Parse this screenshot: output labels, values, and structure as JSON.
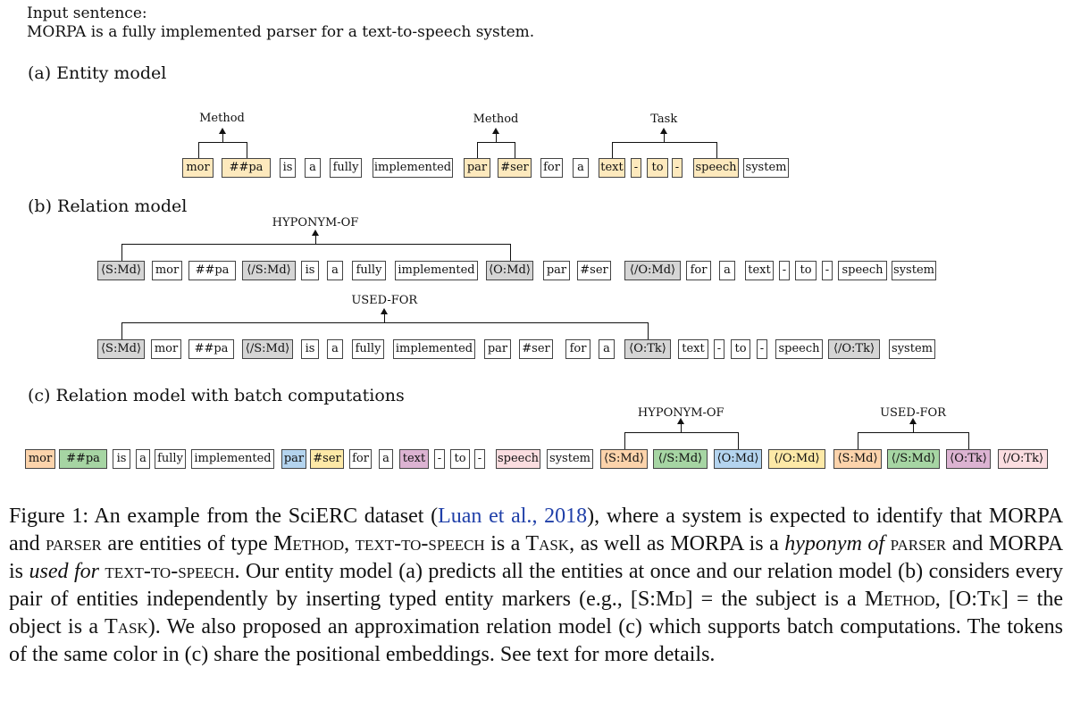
{
  "input": {
    "heading": "Input sentence:",
    "sentence": "MORPA is a fully implemented parser for a text-to-speech system."
  },
  "sections": {
    "a": "(a) Entity model",
    "b": "(b) Relation model",
    "c": "(c) Relation model with batch computations"
  },
  "colors": {
    "orange": "#fcd3ab",
    "green": "#a6d5a3",
    "blue": "#b4d4ef",
    "yellow": "#fde9a7",
    "purple": "#dcb3d2",
    "pink": "#fbdde0",
    "entity": "#fde9bd",
    "marker": "#d5d5d5"
  },
  "entity_row": {
    "labels": [
      "Method",
      "Method",
      "Task"
    ],
    "tokens": [
      {
        "t": "mor",
        "c": "entity"
      },
      {
        "t": "##pa",
        "c": "entity"
      },
      {
        "t": "is",
        "c": ""
      },
      {
        "t": "a",
        "c": ""
      },
      {
        "t": "fully",
        "c": ""
      },
      {
        "t": "implemented",
        "c": ""
      },
      {
        "t": "par",
        "c": "entity"
      },
      {
        "t": "#ser",
        "c": "entity"
      },
      {
        "t": "for",
        "c": ""
      },
      {
        "t": "a",
        "c": ""
      },
      {
        "t": "text",
        "c": "entity"
      },
      {
        "t": "-",
        "c": "entity"
      },
      {
        "t": "to",
        "c": "entity"
      },
      {
        "t": "-",
        "c": "entity"
      },
      {
        "t": "speech",
        "c": "entity"
      },
      {
        "t": "system",
        "c": ""
      }
    ]
  },
  "relation_row_1": {
    "label": "HYPONYM-OF",
    "tokens": [
      {
        "t": "⟨S:Md⟩",
        "c": "marker"
      },
      {
        "t": "mor",
        "c": ""
      },
      {
        "t": "##pa",
        "c": ""
      },
      {
        "t": "⟨/S:Md⟩",
        "c": "marker"
      },
      {
        "t": "is",
        "c": ""
      },
      {
        "t": "a",
        "c": ""
      },
      {
        "t": "fully",
        "c": ""
      },
      {
        "t": "implemented",
        "c": ""
      },
      {
        "t": "⟨O:Md⟩",
        "c": "marker"
      },
      {
        "t": "par",
        "c": ""
      },
      {
        "t": "#ser",
        "c": ""
      },
      {
        "t": "⟨/O:Md⟩",
        "c": "marker"
      },
      {
        "t": "for",
        "c": ""
      },
      {
        "t": "a",
        "c": ""
      },
      {
        "t": "text",
        "c": ""
      },
      {
        "t": "-",
        "c": ""
      },
      {
        "t": "to",
        "c": ""
      },
      {
        "t": "-",
        "c": ""
      },
      {
        "t": "speech",
        "c": ""
      },
      {
        "t": "system",
        "c": ""
      }
    ]
  },
  "relation_row_2": {
    "label": "USED-FOR",
    "tokens": [
      {
        "t": "⟨S:Md⟩",
        "c": "marker"
      },
      {
        "t": "mor",
        "c": ""
      },
      {
        "t": "##pa",
        "c": ""
      },
      {
        "t": "⟨/S:Md⟩",
        "c": "marker"
      },
      {
        "t": "is",
        "c": ""
      },
      {
        "t": "a",
        "c": ""
      },
      {
        "t": "fully",
        "c": ""
      },
      {
        "t": "implemented",
        "c": ""
      },
      {
        "t": "par",
        "c": ""
      },
      {
        "t": "#ser",
        "c": ""
      },
      {
        "t": "for",
        "c": ""
      },
      {
        "t": "a",
        "c": ""
      },
      {
        "t": "⟨O:Tk⟩",
        "c": "marker"
      },
      {
        "t": "text",
        "c": ""
      },
      {
        "t": "-",
        "c": ""
      },
      {
        "t": "to",
        "c": ""
      },
      {
        "t": "-",
        "c": ""
      },
      {
        "t": "speech",
        "c": ""
      },
      {
        "t": "⟨/O:Tk⟩",
        "c": "marker"
      },
      {
        "t": "system",
        "c": ""
      }
    ]
  },
  "batch_row": {
    "labels": [
      "HYPONYM-OF",
      "USED-FOR"
    ],
    "tokens": [
      {
        "t": "mor",
        "c": "orange"
      },
      {
        "t": "##pa",
        "c": "green"
      },
      {
        "t": "is",
        "c": ""
      },
      {
        "t": "a",
        "c": ""
      },
      {
        "t": "fully",
        "c": ""
      },
      {
        "t": "implemented",
        "c": ""
      },
      {
        "t": "par",
        "c": "blue"
      },
      {
        "t": "#ser",
        "c": "yellow"
      },
      {
        "t": "for",
        "c": ""
      },
      {
        "t": "a",
        "c": ""
      },
      {
        "t": "text",
        "c": "purple"
      },
      {
        "t": "-",
        "c": ""
      },
      {
        "t": "to",
        "c": ""
      },
      {
        "t": "-",
        "c": ""
      },
      {
        "t": "speech",
        "c": "pink"
      },
      {
        "t": "system",
        "c": ""
      },
      {
        "t": "⟨S:Md⟩",
        "c": "orange"
      },
      {
        "t": "⟨/S:Md⟩",
        "c": "green"
      },
      {
        "t": "⟨O:Md⟩",
        "c": "blue"
      },
      {
        "t": "⟨/O:Md⟩",
        "c": "yellow"
      },
      {
        "t": "⟨S:Md⟩",
        "c": "orange"
      },
      {
        "t": "⟨/S:Md⟩",
        "c": "green"
      },
      {
        "t": "⟨O:Tk⟩",
        "c": "purple"
      },
      {
        "t": "⟨/O:Tk⟩",
        "c": "pink"
      }
    ]
  },
  "caption": {
    "p1": "Figure 1:  An example from the SciERC dataset (",
    "cite_author": "Luan et al.",
    "p2": ", ",
    "cite_year": "2018",
    "p3": "), where a system is expected to identify that MORPA and ",
    "sc1": "parser",
    "p4": " are entities of type M",
    "sc2": "ethod",
    "p5": ", ",
    "sc3": "text-to-speech",
    "p6": " is a T",
    "sc4": "ask",
    "p7": ", as well as MORPA is a ",
    "it1": "hyponym of",
    "p8": " ",
    "sc5": "parser",
    "p9": " and MORPA is ",
    "it2": "used for",
    "p10": " ",
    "sc6": "text-to-speech",
    "p11": ". Our entity model (a) predicts all the entities at once and our relation model (b) considers every pair of entities independently by inserting typed entity markers (e.g., [S:M",
    "sc7": "d",
    "p12": "] = the subject is a M",
    "sc8": "ethod",
    "p13": ", [O:T",
    "sc9": "k",
    "p14": "] = the object is a T",
    "sc10": "ask",
    "p15": "). We also proposed an approximation relation model (c) which supports batch computations. The tokens of the same color in (c) share the positional embeddings. See text for more details."
  }
}
